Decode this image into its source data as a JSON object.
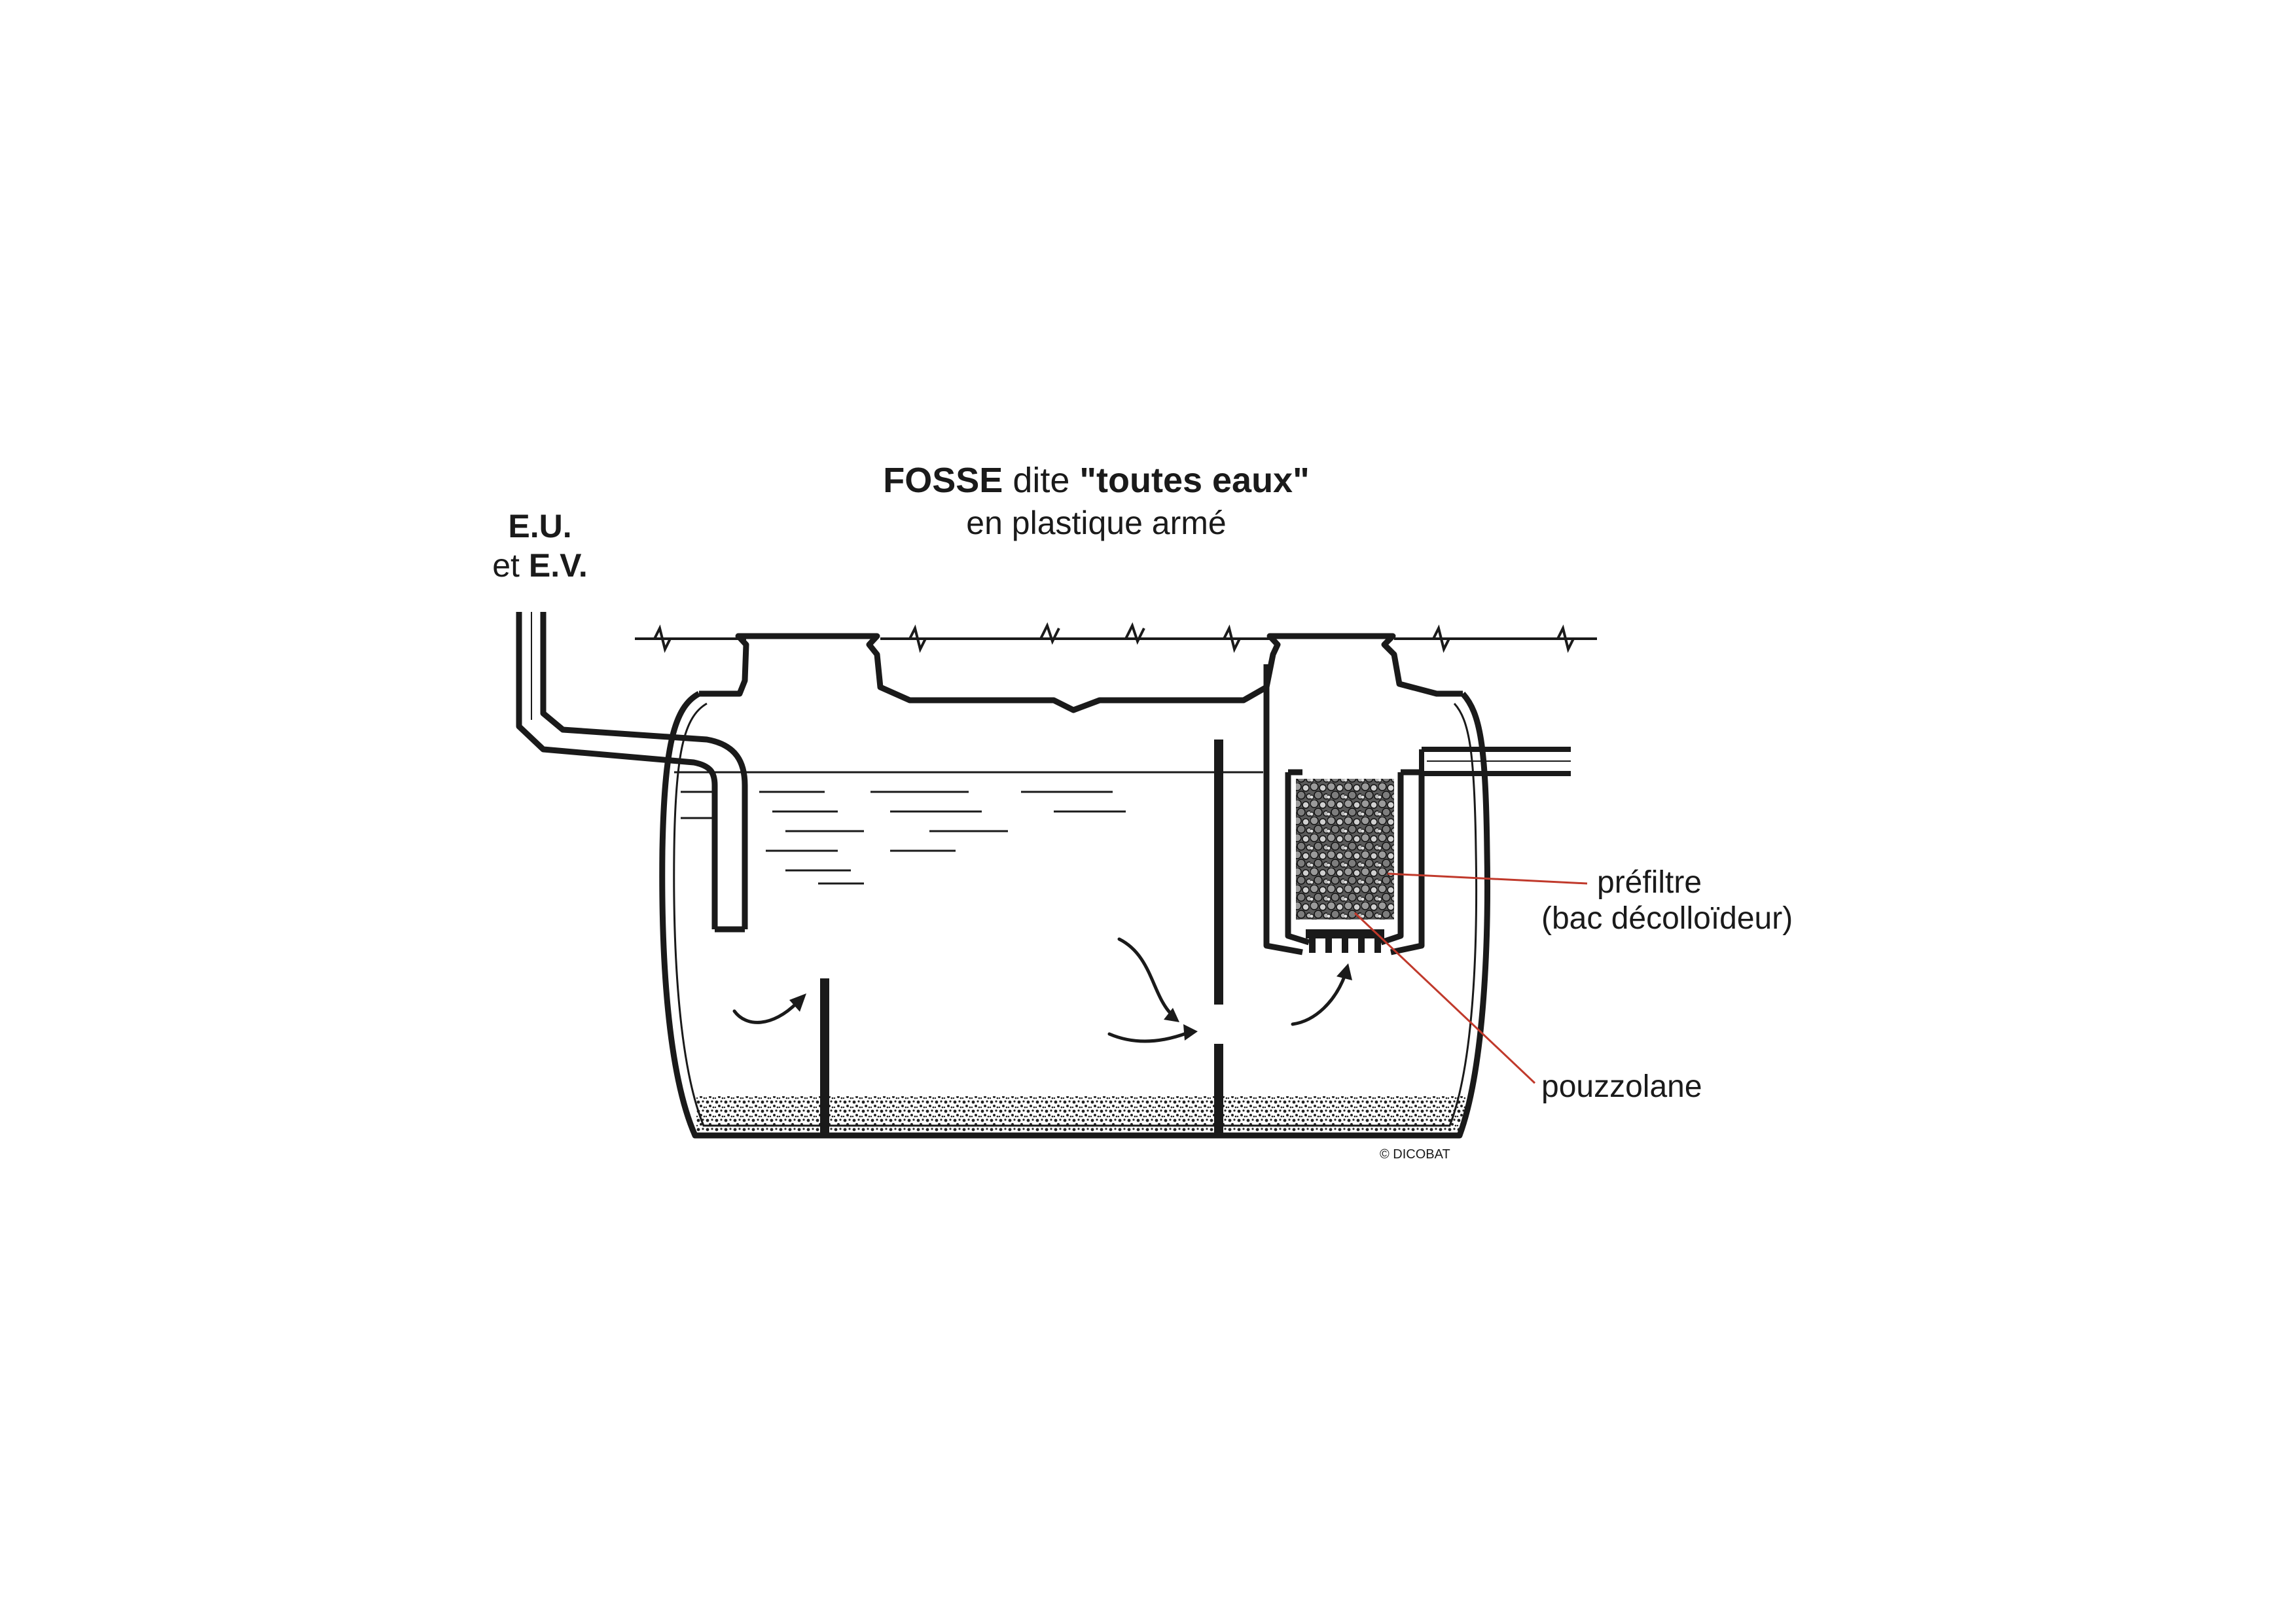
{
  "title": {
    "strong1": "FOSSE",
    "normal": " dite ",
    "strong2": "\"toutes eaux\"",
    "line2": "en plastique armé"
  },
  "inlet_label": {
    "line1": "E.U.",
    "line2_prefix": "et ",
    "line2_strong": "E.V."
  },
  "labels": {
    "prefiltre": "préfiltre",
    "prefiltre_sub": "(bac décolloïdeur)",
    "pouzzolane": "pouzzolane"
  },
  "copyright": "© DICOBAT",
  "colors": {
    "line": "#1a1a1a",
    "leader": "#c0392b",
    "background": "#ffffff"
  }
}
